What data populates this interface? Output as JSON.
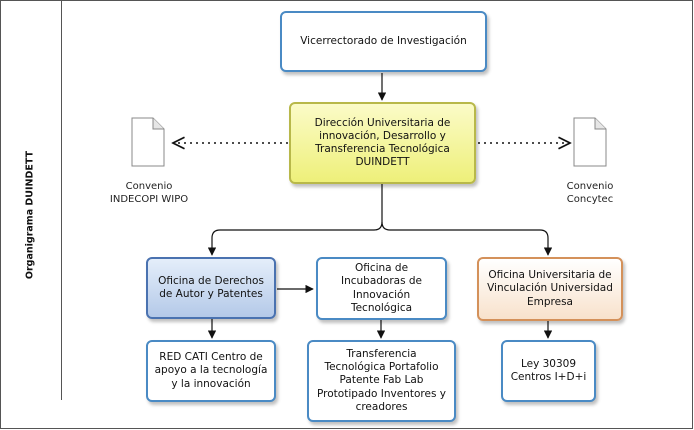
{
  "side_label": "Organigrama  DUINDETT",
  "boxes": {
    "vicerrectorado": "Vicerrectorado de Investigación",
    "direccion": "Dirección Universitaria de innovación, Desarrollo y Transferencia Tecnológica DUINDETT",
    "oficina_derechos": "Oficina de Derechos de Autor y Patentes",
    "oficina_incubadoras": "Oficina de Incubadoras de Innovación Tecnológica",
    "oficina_vinculacion": "Oficina Universitaria de Vinculación Universidad Empresa",
    "red_cati": "RED CATI Centro de apoyo a la tecnología y la innovación",
    "transferencia": "Transferencia Tecnológica Portafolio Patente Fab Lab Prototipado Inventores y creadores",
    "ley": "Ley  30309 Centros I+D+i"
  },
  "documents": {
    "left": "Convenio INDECOPI WIPO",
    "right": "Convenio Concytec"
  },
  "colors": {
    "border_blue": "#4a8ac4",
    "fill_blue": "#b4c9e8",
    "fill_yellow": "#eef07a",
    "fill_orange": "#f8e2cc"
  }
}
